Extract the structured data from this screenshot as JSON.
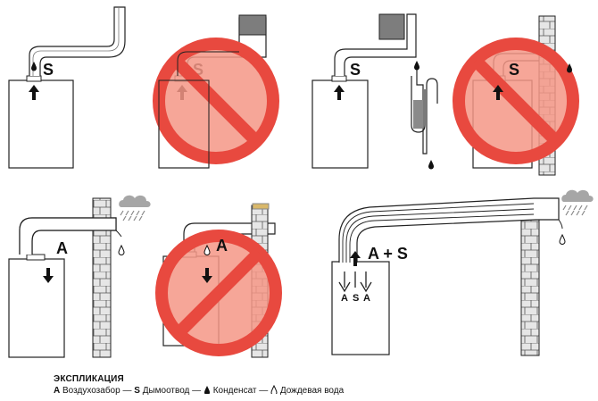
{
  "labels": {
    "smoke": "S",
    "air": "A",
    "air_plus_smoke": "A + S",
    "bottom_a1": "A",
    "bottom_s": "S",
    "bottom_a2": "A"
  },
  "legend": {
    "title": "ЭКСПЛИКАЦИЯ",
    "a_key": "A",
    "a_text": "Воздухозабор —",
    "s_key": "S",
    "s_text": "Дымоотвод —",
    "condensate_text": "Конденсат —",
    "rain_text": "Дождевая вода"
  },
  "colors": {
    "forbidden": "#e8493f",
    "forbidden_fill": "#f07c6a",
    "line": "#222222",
    "wall": "#dddddd",
    "chimney_cap": "#777777",
    "cloud": "#9a9a9a"
  },
  "icons": [
    "condensate-drop-icon",
    "rain-drop-icon",
    "cloud-icon",
    "prohibited-icon"
  ]
}
